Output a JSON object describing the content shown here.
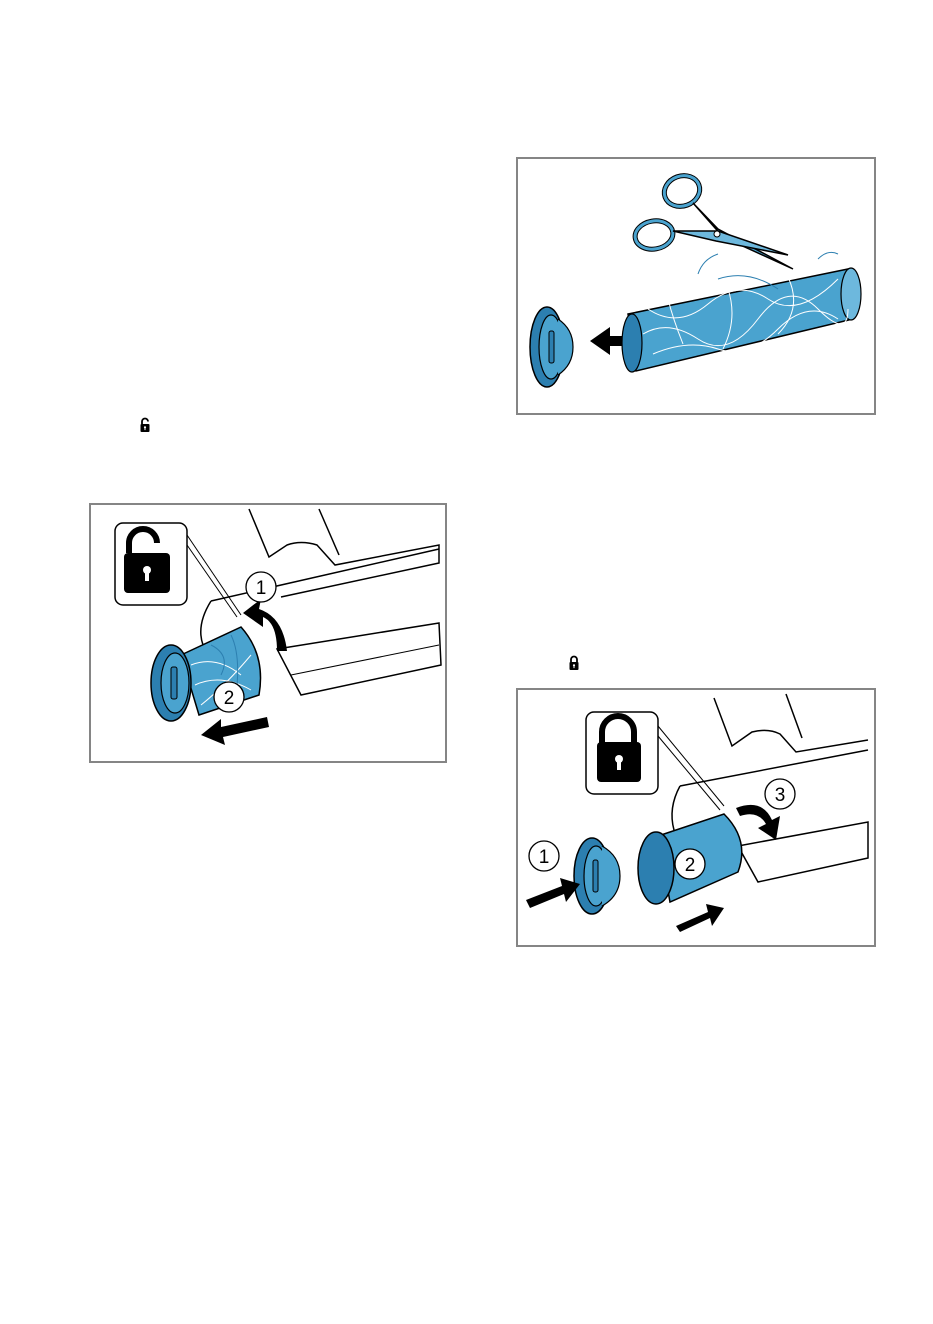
{
  "figures": {
    "unlock_figure": {
      "step_labels": [
        "1",
        "2"
      ],
      "lock_icon": "unlocked-padlock-icon"
    },
    "cut_hair_figure": {
      "tool_icon": "scissors-icon"
    },
    "lock_figure": {
      "step_labels": [
        "1",
        "2",
        "3"
      ],
      "lock_icon": "locked-padlock-icon"
    }
  },
  "inline_symbols": {
    "unlocked": "unlocked-padlock-icon",
    "locked": "locked-padlock-icon"
  },
  "colors": {
    "roller_blue": "#4aa3cf",
    "roller_dark": "#2c7fb0",
    "frame_border": "#858585"
  }
}
